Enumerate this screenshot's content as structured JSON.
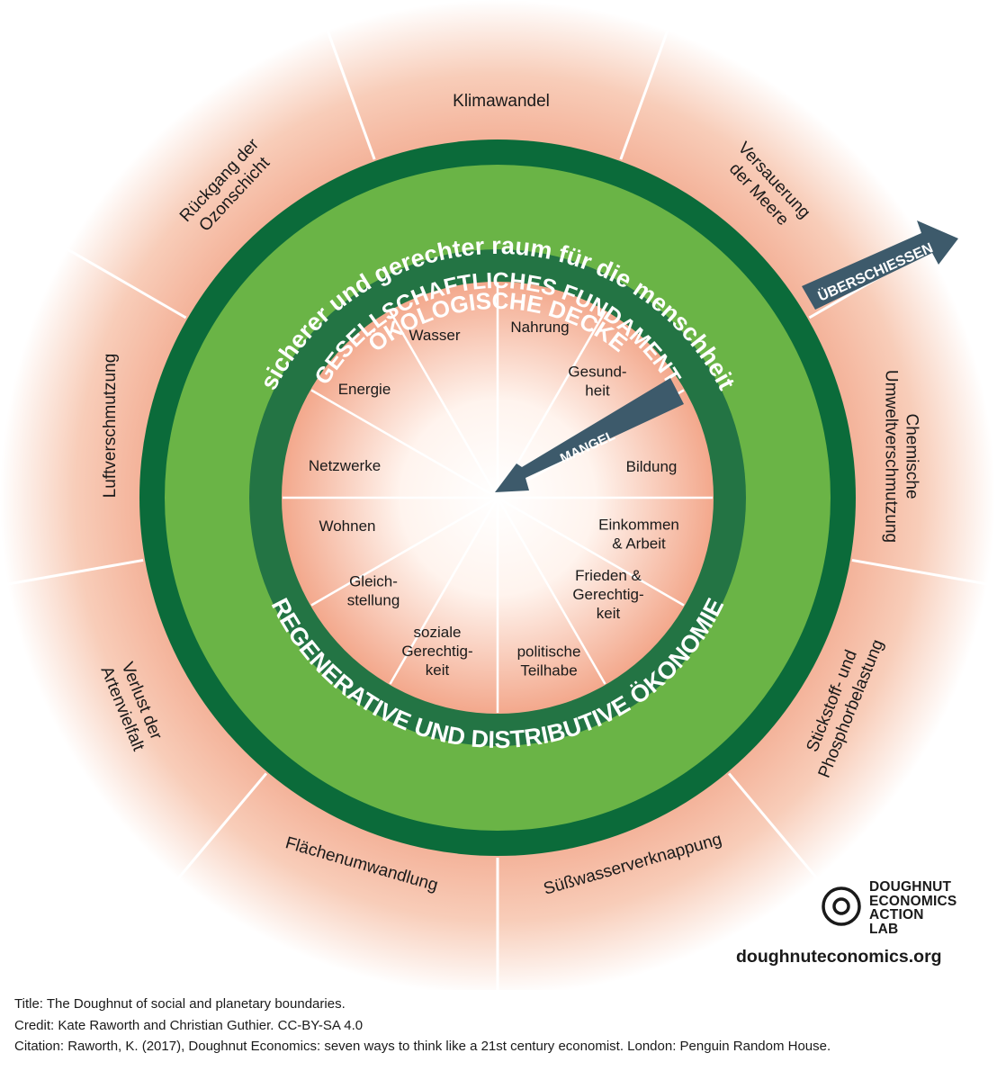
{
  "diagram": {
    "ceiling_label": "ÖKOLOGISCHE DECKE",
    "safe_space_label": "sicherer und gerechter raum für die menschheit",
    "foundation_label": "GESELLSCHAFTLICHES FUNDAMENT",
    "economy_label": "REGENERATIVE UND DISTRIBUTIVE ÖKONOMIE",
    "overshoot_label": "ÜBERSCHIESSEN",
    "shortfall_label": "MANGEL",
    "ecological_ceiling": [
      {
        "id": "climate",
        "lines": [
          "Klimawandel"
        ]
      },
      {
        "id": "acidification",
        "lines": [
          "Versauerung",
          "der Meere"
        ]
      },
      {
        "id": "chemical",
        "lines": [
          "Chemische",
          "Umweltverschmutzung"
        ]
      },
      {
        "id": "nitrogen",
        "lines": [
          "Stickstoff- und",
          "Phosphorbelastung"
        ]
      },
      {
        "id": "freshwater",
        "lines": [
          "Süßwasserverknappung"
        ]
      },
      {
        "id": "land",
        "lines": [
          "Flächenumwandlung"
        ]
      },
      {
        "id": "biodiversity",
        "lines": [
          "Verlust der",
          "Artenvielfalt"
        ]
      },
      {
        "id": "air",
        "lines": [
          "Luftverschmutzung"
        ]
      },
      {
        "id": "ozone",
        "lines": [
          "Rückgang der",
          "Ozonschicht"
        ]
      }
    ],
    "social_foundation": [
      {
        "id": "food",
        "lines": [
          "Nahrung"
        ]
      },
      {
        "id": "health",
        "lines": [
          "Gesund-",
          "heit"
        ]
      },
      {
        "id": "education",
        "lines": [
          "Bildung"
        ]
      },
      {
        "id": "income",
        "lines": [
          "Einkommen",
          "& Arbeit"
        ]
      },
      {
        "id": "peace",
        "lines": [
          "Frieden &",
          "Gerechtig-",
          "keit"
        ]
      },
      {
        "id": "political",
        "lines": [
          "politische",
          "Teilhabe"
        ]
      },
      {
        "id": "social-equity",
        "lines": [
          "soziale",
          "Gerechtig-",
          "keit"
        ]
      },
      {
        "id": "gender",
        "lines": [
          "Gleich-",
          "stellung"
        ]
      },
      {
        "id": "housing",
        "lines": [
          "Wohnen"
        ]
      },
      {
        "id": "networks",
        "lines": [
          "Netzwerke"
        ]
      },
      {
        "id": "energy",
        "lines": [
          "Energie"
        ]
      },
      {
        "id": "water",
        "lines": [
          "Wasser"
        ]
      }
    ]
  },
  "brand": {
    "name_lines": [
      "DOUGHNUT",
      "ECONOMICS",
      "ACTION",
      "LAB"
    ],
    "url": "doughnuteconomics.org"
  },
  "credits": {
    "title": "Title: The Doughnut of social and planetary boundaries.",
    "credit": "Credit: Kate Raworth and Christian Guthier. CC-BY-SA 4.0",
    "citation": "Citation: Raworth, K. (2017), Doughnut Economics: seven ways to think like a 21st century economist. London: Penguin Random House."
  },
  "colors": {
    "dark_green": "#0b6b3a",
    "light_green": "#6ab446",
    "mid_green": "#237444",
    "salmon": "#f4b39a",
    "arrow": "#3d5a6b"
  }
}
